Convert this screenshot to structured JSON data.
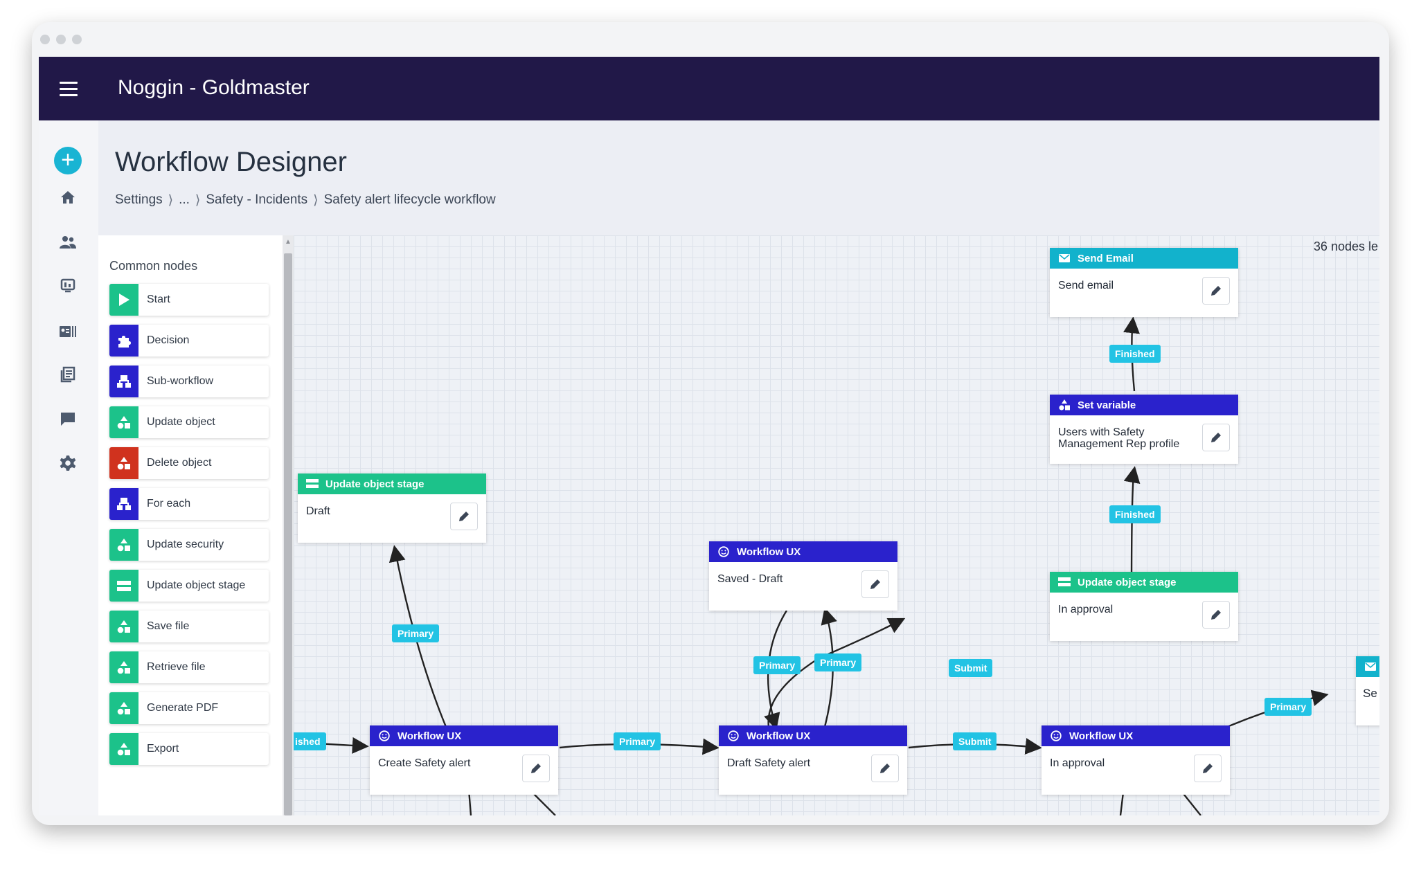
{
  "app": {
    "title": "Noggin - Goldmaster"
  },
  "page": {
    "title": "Workflow Designer",
    "breadcrumb": [
      "Settings",
      "...",
      "Safety - Incidents",
      "Safety alert lifecycle workflow"
    ],
    "breadcrumb_sep": "⟩"
  },
  "rail": {
    "add": "+",
    "icons": [
      "home-icon",
      "users-icon",
      "dashboard-icon",
      "contact-card-icon",
      "library-icon",
      "chat-icon",
      "gear-icon"
    ]
  },
  "palette": {
    "title": "Common nodes",
    "items": [
      {
        "label": "Start",
        "color": "#1cc28a",
        "icon": "play"
      },
      {
        "label": "Decision",
        "color": "#2a22cc",
        "icon": "puzzle"
      },
      {
        "label": "Sub-workflow",
        "color": "#2a22cc",
        "icon": "flow"
      },
      {
        "label": "Update object",
        "color": "#1cc28a",
        "icon": "shapes"
      },
      {
        "label": "Delete object",
        "color": "#d0321e",
        "icon": "shapes"
      },
      {
        "label": "For each",
        "color": "#2a22cc",
        "icon": "flow"
      },
      {
        "label": "Update security",
        "color": "#1cc28a",
        "icon": "shapes"
      },
      {
        "label": "Update object stage",
        "color": "#1cc28a",
        "icon": "stage"
      },
      {
        "label": "Save file",
        "color": "#1cc28a",
        "icon": "shapes"
      },
      {
        "label": "Retrieve file",
        "color": "#1cc28a",
        "icon": "shapes"
      },
      {
        "label": "Generate PDF",
        "color": "#1cc28a",
        "icon": "shapes"
      },
      {
        "label": "Export",
        "color": "#1cc28a",
        "icon": "shapes"
      }
    ]
  },
  "canvas": {
    "nodes_left": "36 nodes le",
    "nodes": {
      "send_email": {
        "type": "Send Email",
        "desc": "Send email",
        "color": "#12b2cc"
      },
      "set_variable": {
        "type": "Set variable",
        "desc": "Users with Safety Management Rep profile",
        "color": "#2a22cc"
      },
      "update_stage_approval": {
        "type": "Update object stage",
        "desc": "In approval",
        "color": "#1cc28a"
      },
      "update_stage_draft": {
        "type": "Update object stage",
        "desc": "Draft",
        "color": "#1cc28a"
      },
      "saved_draft": {
        "type": "Workflow UX",
        "desc": "Saved - Draft",
        "color": "#2a22cc"
      },
      "create_alert": {
        "type": "Workflow UX",
        "desc": "Create Safety alert",
        "color": "#2a22cc"
      },
      "draft_alert": {
        "type": "Workflow UX",
        "desc": "Draft Safety alert",
        "color": "#2a22cc"
      },
      "in_approval": {
        "type": "Workflow UX",
        "desc": "In approval",
        "color": "#2a22cc"
      },
      "partial_right": {
        "type": "",
        "desc": "Se",
        "color": "#12b2cc"
      }
    },
    "edge_labels": {
      "finished_1": "Finished",
      "finished_2": "Finished",
      "primary_draft": "Primary",
      "primary_saved_1": "Primary",
      "primary_saved_2": "Primary",
      "submit_upper": "Submit",
      "finished_left": "ished",
      "primary_create": "Primary",
      "submit_lower": "Submit",
      "primary_right": "Primary"
    }
  }
}
